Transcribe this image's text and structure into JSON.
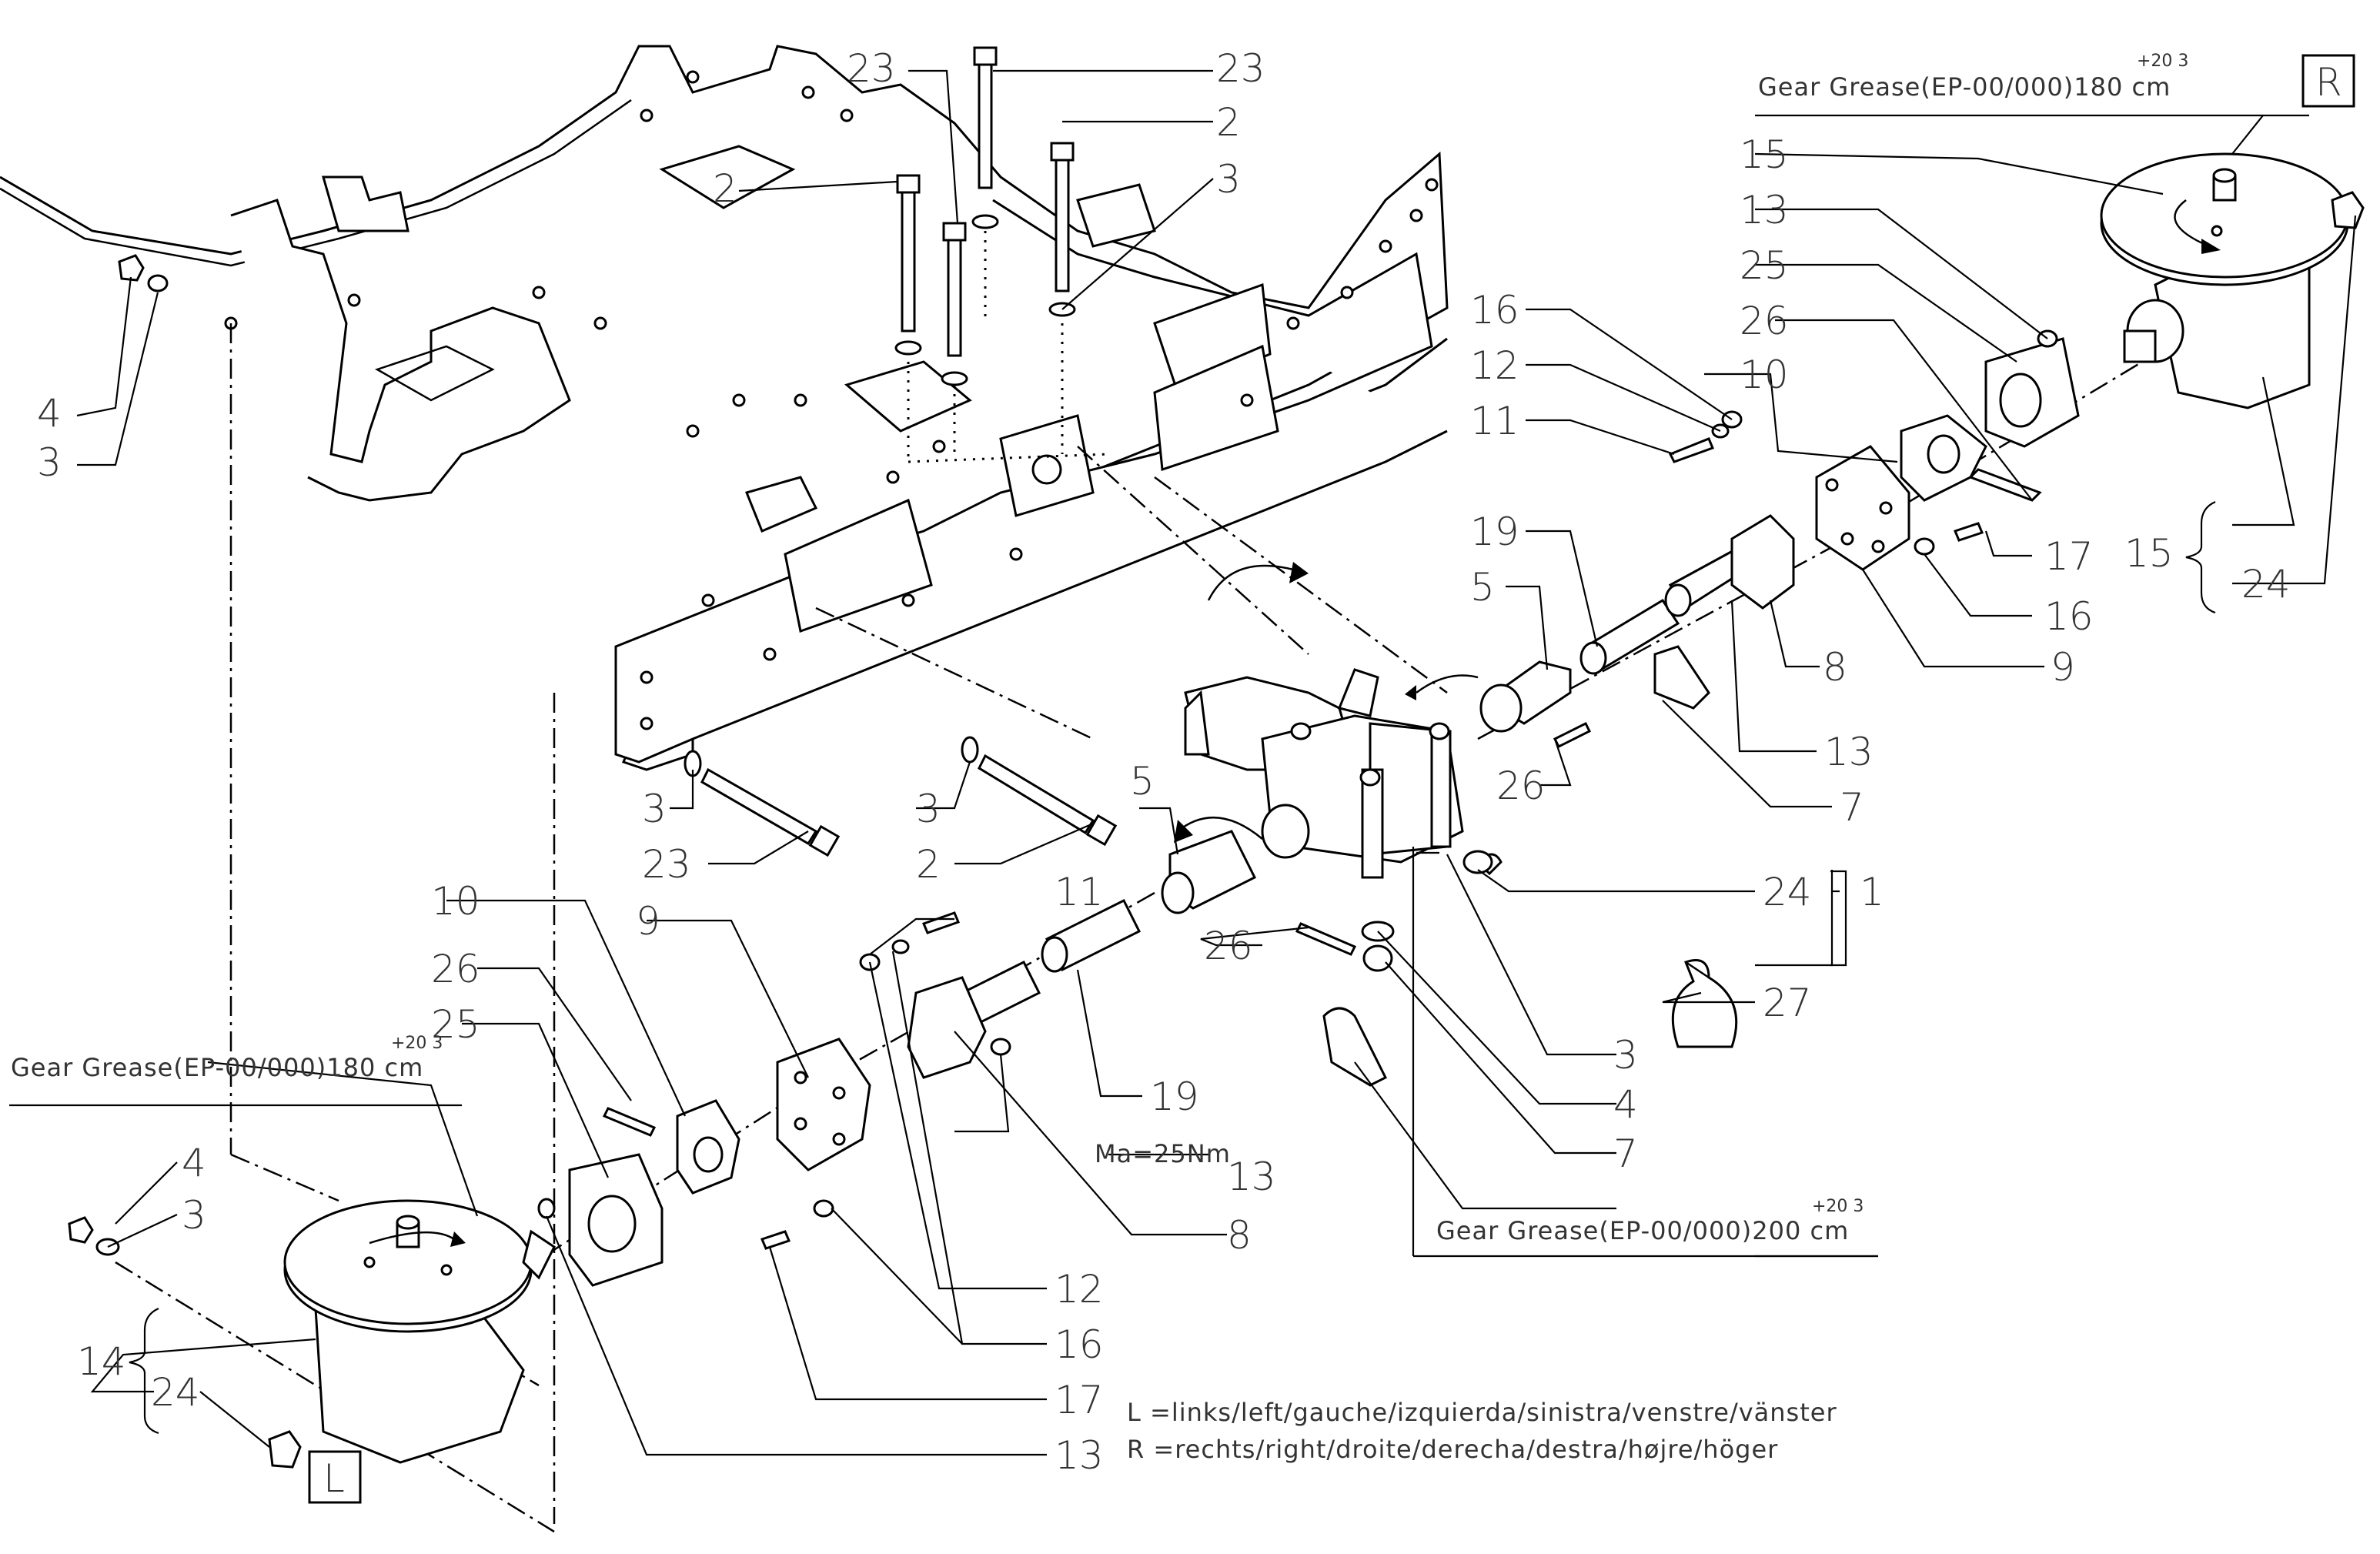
{
  "callouts": [
    {
      "id": "c23a",
      "text": "23"
    },
    {
      "id": "c23b",
      "text": "23"
    },
    {
      "id": "c2a",
      "text": "2"
    },
    {
      "id": "c2b",
      "text": "2"
    },
    {
      "id": "c3a",
      "text": "3"
    },
    {
      "id": "c4a",
      "text": "4"
    },
    {
      "id": "c3b",
      "text": "3"
    },
    {
      "id": "c15a",
      "text": "15"
    },
    {
      "id": "c13a",
      "text": "13"
    },
    {
      "id": "c25a",
      "text": "25"
    },
    {
      "id": "c26a",
      "text": "26"
    },
    {
      "id": "c10a",
      "text": "10"
    },
    {
      "id": "c16a",
      "text": "16"
    },
    {
      "id": "c12a",
      "text": "12"
    },
    {
      "id": "c11a",
      "text": "11"
    },
    {
      "id": "c19a",
      "text": "19"
    },
    {
      "id": "c5a",
      "text": "5"
    },
    {
      "id": "c17a",
      "text": "17"
    },
    {
      "id": "c15b",
      "text": "15"
    },
    {
      "id": "c24a",
      "text": "24"
    },
    {
      "id": "c16b",
      "text": "16"
    },
    {
      "id": "c8a",
      "text": "8"
    },
    {
      "id": "c9a",
      "text": "9"
    },
    {
      "id": "c13b",
      "text": "13"
    },
    {
      "id": "c26b",
      "text": "26"
    },
    {
      "id": "c7a",
      "text": "7"
    },
    {
      "id": "c3c",
      "text": "3"
    },
    {
      "id": "c3d",
      "text": "3"
    },
    {
      "id": "c23c",
      "text": "23"
    },
    {
      "id": "c2c",
      "text": "2"
    },
    {
      "id": "c5b",
      "text": "5"
    },
    {
      "id": "c24b",
      "text": "24"
    },
    {
      "id": "c1",
      "text": "1"
    },
    {
      "id": "c11b",
      "text": "11"
    },
    {
      "id": "c26c",
      "text": "26"
    },
    {
      "id": "c27",
      "text": "27"
    },
    {
      "id": "c3e",
      "text": "3"
    },
    {
      "id": "c4b",
      "text": "4"
    },
    {
      "id": "c7b",
      "text": "7"
    },
    {
      "id": "c10b",
      "text": "10"
    },
    {
      "id": "c9b",
      "text": "9"
    },
    {
      "id": "c26d",
      "text": "26"
    },
    {
      "id": "c25b",
      "text": "25"
    },
    {
      "id": "c19b",
      "text": "19"
    },
    {
      "id": "c13c",
      "text": "13"
    },
    {
      "id": "c8b",
      "text": "8"
    },
    {
      "id": "c12b",
      "text": "12"
    },
    {
      "id": "c16c",
      "text": "16"
    },
    {
      "id": "c17b",
      "text": "17"
    },
    {
      "id": "c13d",
      "text": "13"
    },
    {
      "id": "c4c",
      "text": "4"
    },
    {
      "id": "c3f",
      "text": "3"
    },
    {
      "id": "c14",
      "text": "14"
    },
    {
      "id": "c24c",
      "text": "24"
    }
  ],
  "notes": {
    "grease_right": "Gear Grease(EP-00/000)180 cm",
    "grease_left": "Gear Grease(EP-00/000)180 cm",
    "grease_center": "Gear Grease(EP-00/000)200 cm",
    "superscript": "+20  3",
    "torque": "Ma=25Nm"
  },
  "markers": {
    "right": "R",
    "left": "L"
  },
  "legend": {
    "left": "L  =links/left/gauche/izquierda/sinistra/venstre/vänster",
    "right": "R  =rechts/right/droite/derecha/destra/højre/höger"
  }
}
